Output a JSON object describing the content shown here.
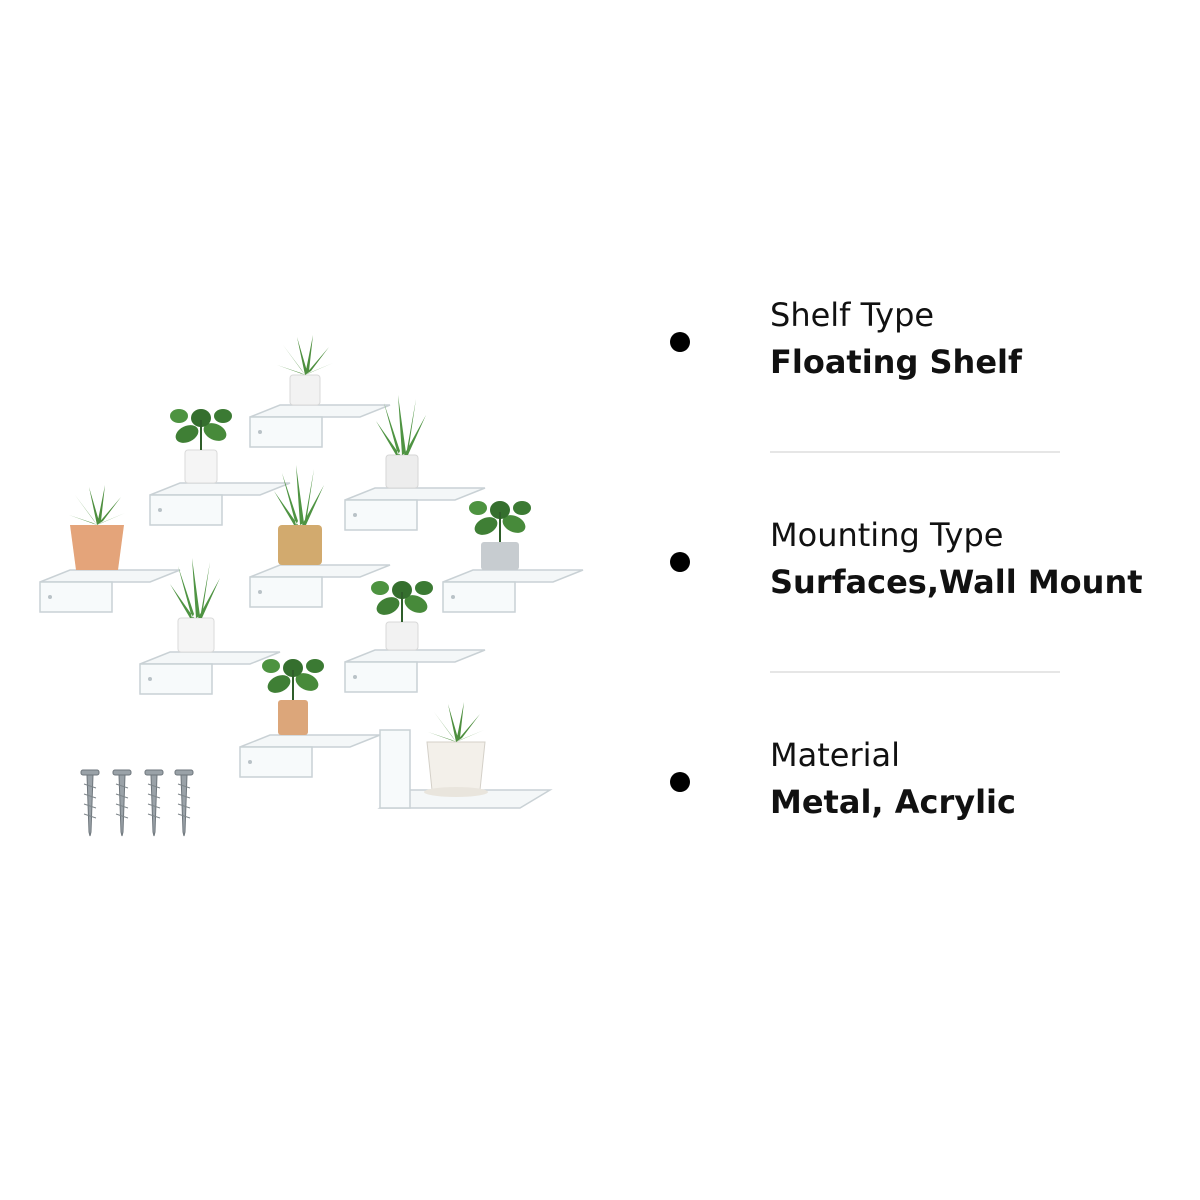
{
  "specs": [
    {
      "label": "Shelf Type",
      "value": "Floating Shelf"
    },
    {
      "label": "Mounting Type",
      "value": "Surfaces,Wall Mount"
    },
    {
      "label": "Material",
      "value": "Metal, Acrylic"
    }
  ],
  "colors": {
    "text": "#111111",
    "bullet": "#000000",
    "divider": "#e6e6e6",
    "leaf": "#3f8a3a",
    "acrylic": "#cfd6da"
  }
}
